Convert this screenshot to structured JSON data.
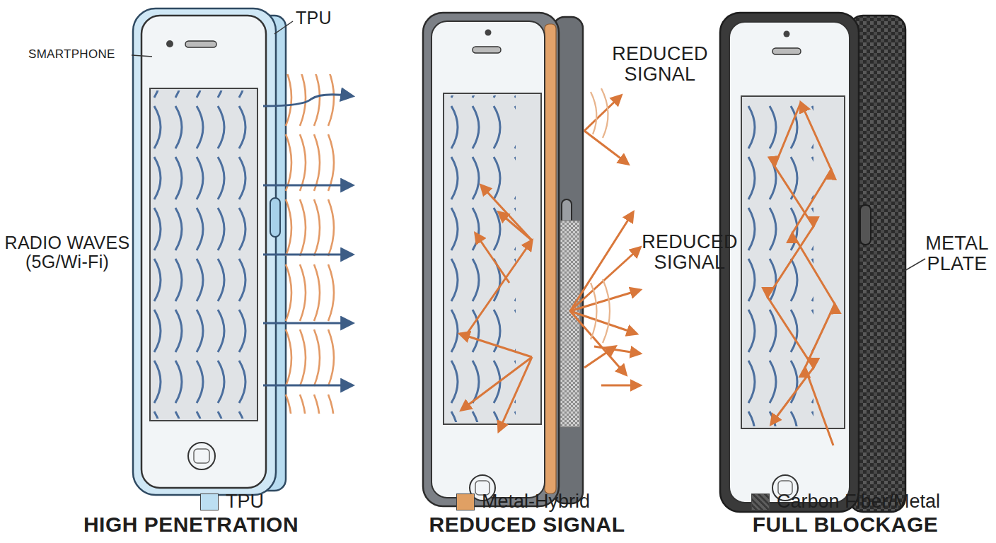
{
  "diagram": {
    "labels": [
      "SMARTPHONE",
      "TPU",
      "RADIO WAVES (5G/Wi-Fi)",
      "REDUCED SIGNAL",
      "REDUCED SIGNAL",
      "METAL PLATE",
      "HIGH PENETRATION",
      "REDUCED SIGNAL",
      "FULL BLOCKAGE"
    ],
    "legend": [
      {
        "text": "TPU",
        "color": "#bcdff2"
      },
      {
        "text": "Metal-Hybrid",
        "color": "#e0a064"
      },
      {
        "text": "Carbon Fiber/Metal",
        "color": "#3a3a3a"
      }
    ]
  }
}
